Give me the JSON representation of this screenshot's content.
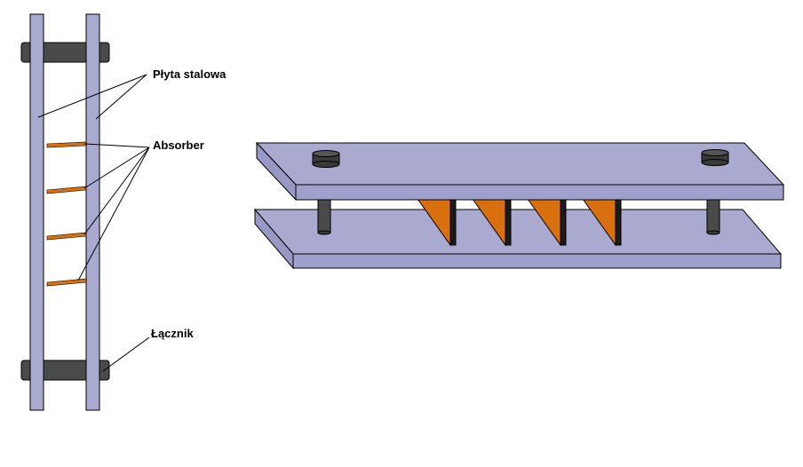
{
  "labels": {
    "steel_plate": "Płyta stalowa",
    "absorber": "Absorber",
    "connector": "Łącznik"
  },
  "colors": {
    "plate": "#aaaad0",
    "absorber": "#d97010",
    "connector": "#4a4a4a",
    "outline": "#000000"
  }
}
